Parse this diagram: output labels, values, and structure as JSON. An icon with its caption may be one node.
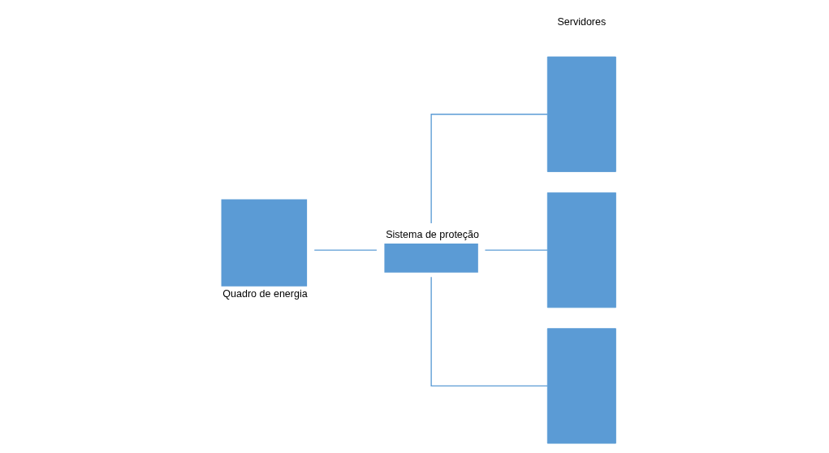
{
  "diagram": {
    "nodes": [
      {
        "text": [
          "Quadro de energia"
        ]
      },
      {
        "text": [
          "Sistema de proteção"
        ]
      },
      {
        "text": [],
        "shape": "box"
      },
      {
        "text": [],
        "shape": "box"
      },
      {
        "text": [],
        "shape": "box"
      }
    ],
    "edges": [
      {
        "from": 0,
        "to": 1,
        "arrow": "none"
      },
      {
        "from": 1,
        "to": 2,
        "arrow": "none"
      },
      {
        "from": 1,
        "to": 3,
        "arrow": "none"
      },
      {
        "from": 1,
        "to": 4,
        "arrow": "none"
      }
    ],
    "labels": [
      "Servidores"
    ]
  }
}
